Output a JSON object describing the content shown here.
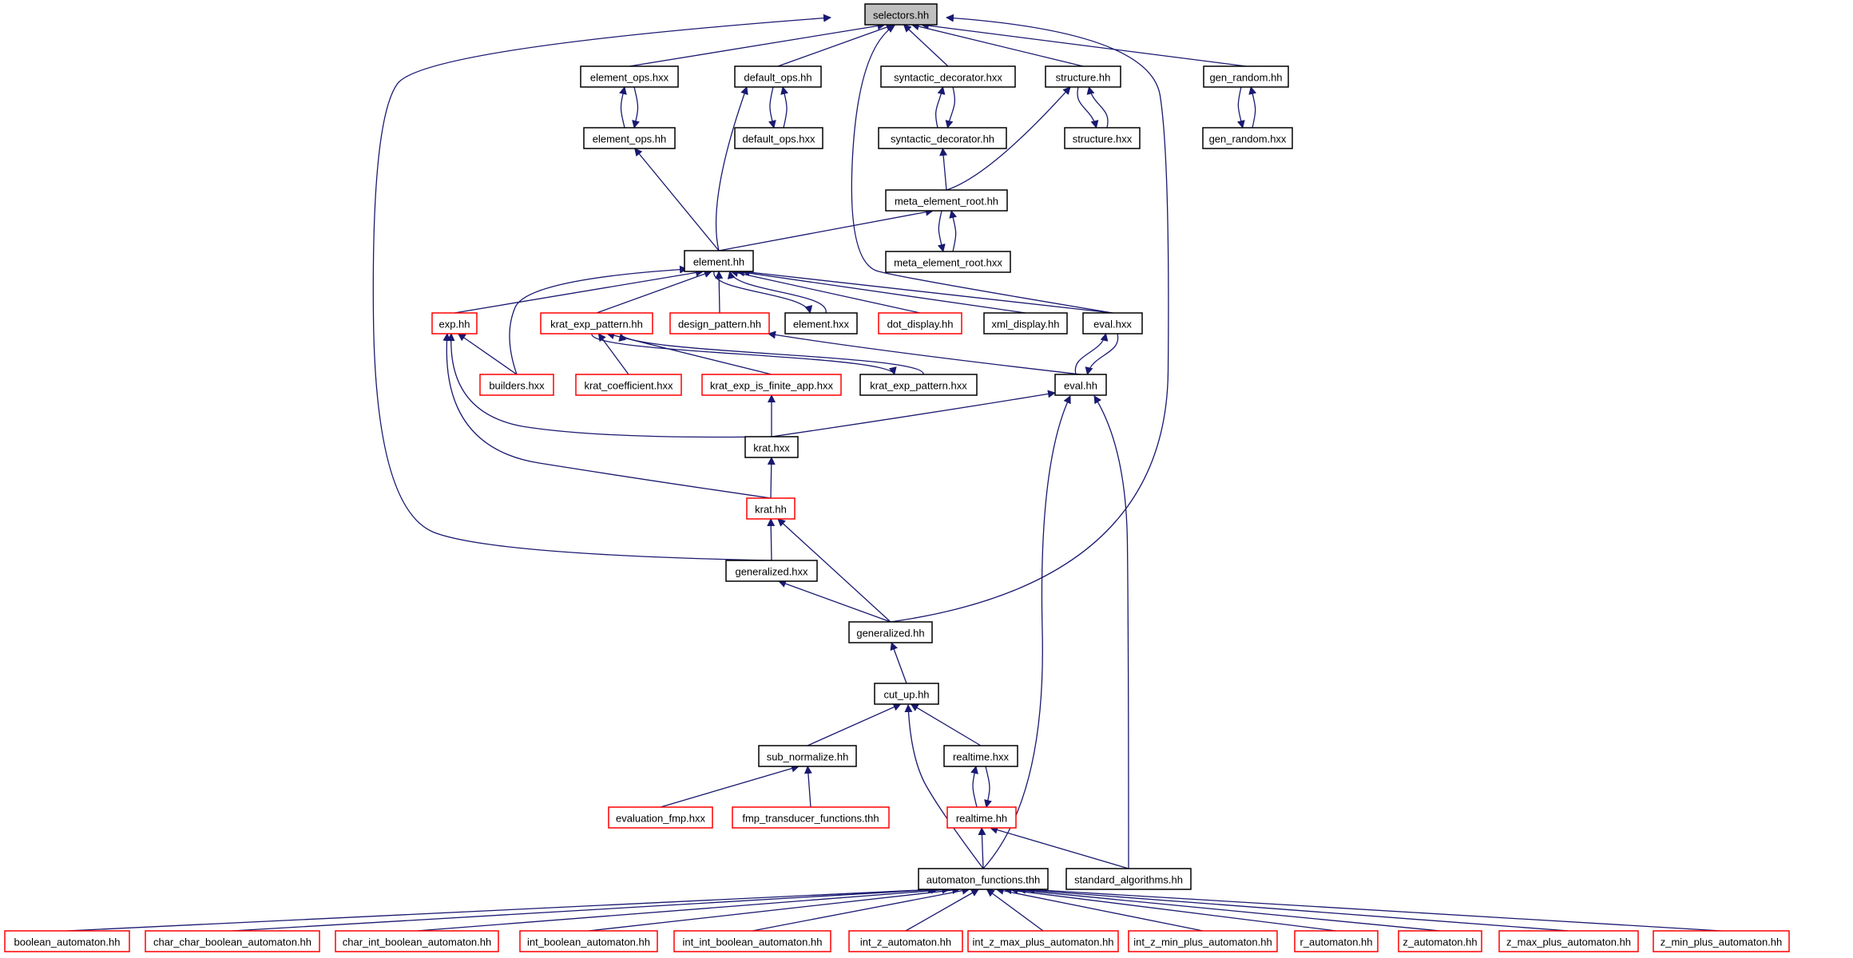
{
  "colors": {
    "edge": "#191970",
    "normal_border": "#000000",
    "red_border": "#ff0000",
    "highlight_fill": "#bfbfbf"
  },
  "nodes": [
    {
      "id": "selectors_hh",
      "label": "selectors.hh",
      "style": "highlight"
    },
    {
      "id": "element_ops_hxx",
      "label": "element_ops.hxx",
      "style": "black"
    },
    {
      "id": "default_ops_hh",
      "label": "default_ops.hh",
      "style": "black"
    },
    {
      "id": "syntactic_decorator_hxx",
      "label": "syntactic_decorator.hxx",
      "style": "black"
    },
    {
      "id": "structure_hh",
      "label": "structure.hh",
      "style": "black"
    },
    {
      "id": "gen_random_hh",
      "label": "gen_random.hh",
      "style": "black"
    },
    {
      "id": "element_ops_hh",
      "label": "element_ops.hh",
      "style": "black"
    },
    {
      "id": "default_ops_hxx",
      "label": "default_ops.hxx",
      "style": "black"
    },
    {
      "id": "syntactic_decorator_hh",
      "label": "syntactic_decorator.hh",
      "style": "black"
    },
    {
      "id": "structure_hxx",
      "label": "structure.hxx",
      "style": "black"
    },
    {
      "id": "gen_random_hxx",
      "label": "gen_random.hxx",
      "style": "black"
    },
    {
      "id": "meta_element_root_hh",
      "label": "meta_element_root.hh",
      "style": "black"
    },
    {
      "id": "meta_element_root_hxx",
      "label": "meta_element_root.hxx",
      "style": "black"
    },
    {
      "id": "element_hh",
      "label": "element.hh",
      "style": "black"
    },
    {
      "id": "exp_hh",
      "label": "exp.hh",
      "style": "red"
    },
    {
      "id": "krat_exp_pattern_hh",
      "label": "krat_exp_pattern.hh",
      "style": "red"
    },
    {
      "id": "design_pattern_hh",
      "label": "design_pattern.hh",
      "style": "red"
    },
    {
      "id": "element_hxx",
      "label": "element.hxx",
      "style": "black"
    },
    {
      "id": "dot_display_hh",
      "label": "dot_display.hh",
      "style": "red"
    },
    {
      "id": "xml_display_hh",
      "label": "xml_display.hh",
      "style": "black"
    },
    {
      "id": "eval_hxx",
      "label": "eval.hxx",
      "style": "black"
    },
    {
      "id": "builders_hxx",
      "label": "builders.hxx",
      "style": "red"
    },
    {
      "id": "krat_coefficient_hxx",
      "label": "krat_coefficient.hxx",
      "style": "red"
    },
    {
      "id": "krat_exp_is_finite_app_hxx",
      "label": "krat_exp_is_finite_app.hxx",
      "style": "red"
    },
    {
      "id": "krat_exp_pattern_hxx",
      "label": "krat_exp_pattern.hxx",
      "style": "black"
    },
    {
      "id": "eval_hh",
      "label": "eval.hh",
      "style": "black"
    },
    {
      "id": "krat_hxx",
      "label": "krat.hxx",
      "style": "black"
    },
    {
      "id": "krat_hh",
      "label": "krat.hh",
      "style": "red"
    },
    {
      "id": "generalized_hxx",
      "label": "generalized.hxx",
      "style": "black"
    },
    {
      "id": "generalized_hh",
      "label": "generalized.hh",
      "style": "black"
    },
    {
      "id": "cut_up_hh",
      "label": "cut_up.hh",
      "style": "black"
    },
    {
      "id": "sub_normalize_hh",
      "label": "sub_normalize.hh",
      "style": "black"
    },
    {
      "id": "realtime_hxx",
      "label": "realtime.hxx",
      "style": "black"
    },
    {
      "id": "evaluation_fmp_hxx",
      "label": "evaluation_fmp.hxx",
      "style": "red"
    },
    {
      "id": "fmp_transducer_functions_thh",
      "label": "fmp_transducer_functions.thh",
      "style": "red"
    },
    {
      "id": "realtime_hh",
      "label": "realtime.hh",
      "style": "red"
    },
    {
      "id": "automaton_functions_thh",
      "label": "automaton_functions.thh",
      "style": "black"
    },
    {
      "id": "standard_algorithms_hh",
      "label": "standard_algorithms.hh",
      "style": "black"
    },
    {
      "id": "boolean_automaton_hh",
      "label": "boolean_automaton.hh",
      "style": "red"
    },
    {
      "id": "char_char_boolean_automaton_hh",
      "label": "char_char_boolean_automaton.hh",
      "style": "red"
    },
    {
      "id": "char_int_boolean_automaton_hh",
      "label": "char_int_boolean_automaton.hh",
      "style": "red"
    },
    {
      "id": "int_boolean_automaton_hh",
      "label": "int_boolean_automaton.hh",
      "style": "red"
    },
    {
      "id": "int_int_boolean_automaton_hh",
      "label": "int_int_boolean_automaton.hh",
      "style": "red"
    },
    {
      "id": "int_z_automaton_hh",
      "label": "int_z_automaton.hh",
      "style": "red"
    },
    {
      "id": "int_z_max_plus_automaton_hh",
      "label": "int_z_max_plus_automaton.hh",
      "style": "red"
    },
    {
      "id": "int_z_min_plus_automaton_hh",
      "label": "int_z_min_plus_automaton.hh",
      "style": "red"
    },
    {
      "id": "r_automaton_hh",
      "label": "r_automaton.hh",
      "style": "red"
    },
    {
      "id": "z_automaton_hh",
      "label": "z_automaton.hh",
      "style": "red"
    },
    {
      "id": "z_max_plus_automaton_hh",
      "label": "z_max_plus_automaton.hh",
      "style": "red"
    },
    {
      "id": "z_min_plus_automaton_hh",
      "label": "z_min_plus_automaton.hh",
      "style": "red"
    }
  ],
  "edges": [
    {
      "from": "element_ops_hxx",
      "to": "selectors_hh"
    },
    {
      "from": "default_ops_hh",
      "to": "selectors_hh"
    },
    {
      "from": "syntactic_decorator_hxx",
      "to": "selectors_hh"
    },
    {
      "from": "structure_hh",
      "to": "selectors_hh"
    },
    {
      "from": "gen_random_hh",
      "to": "selectors_hh"
    },
    {
      "from": "element_ops_hh",
      "to": "element_ops_hxx"
    },
    {
      "from": "element_ops_hxx",
      "to": "element_ops_hh"
    },
    {
      "from": "default_ops_hxx",
      "to": "default_ops_hh"
    },
    {
      "from": "default_ops_hh",
      "to": "default_ops_hxx"
    },
    {
      "from": "syntactic_decorator_hh",
      "to": "syntactic_decorator_hxx"
    },
    {
      "from": "syntactic_decorator_hxx",
      "to": "syntactic_decorator_hh"
    },
    {
      "from": "structure_hxx",
      "to": "structure_hh"
    },
    {
      "from": "structure_hh",
      "to": "structure_hxx"
    },
    {
      "from": "gen_random_hxx",
      "to": "gen_random_hh"
    },
    {
      "from": "gen_random_hh",
      "to": "gen_random_hxx"
    },
    {
      "from": "meta_element_root_hh",
      "to": "syntactic_decorator_hh"
    },
    {
      "from": "meta_element_root_hh",
      "to": "structure_hh"
    },
    {
      "from": "meta_element_root_hxx",
      "to": "meta_element_root_hh"
    },
    {
      "from": "meta_element_root_hh",
      "to": "meta_element_root_hxx"
    },
    {
      "from": "element_hh",
      "to": "element_ops_hh"
    },
    {
      "from": "element_hh",
      "to": "default_ops_hh"
    },
    {
      "from": "element_hh",
      "to": "meta_element_root_hh"
    },
    {
      "from": "exp_hh",
      "to": "element_hh"
    },
    {
      "from": "krat_exp_pattern_hh",
      "to": "element_hh"
    },
    {
      "from": "design_pattern_hh",
      "to": "element_hh"
    },
    {
      "from": "element_hxx",
      "to": "element_hh"
    },
    {
      "from": "element_hh",
      "to": "element_hxx"
    },
    {
      "from": "dot_display_hh",
      "to": "element_hh"
    },
    {
      "from": "xml_display_hh",
      "to": "element_hh"
    },
    {
      "from": "eval_hxx",
      "to": "element_hh"
    },
    {
      "from": "builders_hxx",
      "to": "element_hh"
    },
    {
      "from": "eval_hxx",
      "to": "selectors_hh"
    },
    {
      "from": "builders_hxx",
      "to": "exp_hh"
    },
    {
      "from": "krat_coefficient_hxx",
      "to": "krat_exp_pattern_hh"
    },
    {
      "from": "krat_exp_is_finite_app_hxx",
      "to": "krat_exp_pattern_hh"
    },
    {
      "from": "krat_exp_pattern_hxx",
      "to": "krat_exp_pattern_hh"
    },
    {
      "from": "krat_exp_pattern_hh",
      "to": "krat_exp_pattern_hxx"
    },
    {
      "from": "eval_hh",
      "to": "design_pattern_hh"
    },
    {
      "from": "eval_hh",
      "to": "eval_hxx"
    },
    {
      "from": "eval_hxx",
      "to": "eval_hh"
    },
    {
      "from": "krat_hxx",
      "to": "krat_exp_is_finite_app_hxx"
    },
    {
      "from": "krat_hxx",
      "to": "exp_hh"
    },
    {
      "from": "krat_hxx",
      "to": "eval_hh"
    },
    {
      "from": "krat_hh",
      "to": "krat_hxx"
    },
    {
      "from": "krat_hh",
      "to": "exp_hh"
    },
    {
      "from": "generalized_hxx",
      "to": "krat_hh"
    },
    {
      "from": "generalized_hxx",
      "to": "selectors_hh"
    },
    {
      "from": "generalized_hh",
      "to": "generalized_hxx"
    },
    {
      "from": "generalized_hh",
      "to": "krat_hh"
    },
    {
      "from": "generalized_hh",
      "to": "selectors_hh"
    },
    {
      "from": "cut_up_hh",
      "to": "generalized_hh"
    },
    {
      "from": "sub_normalize_hh",
      "to": "cut_up_hh"
    },
    {
      "from": "realtime_hxx",
      "to": "cut_up_hh"
    },
    {
      "from": "evaluation_fmp_hxx",
      "to": "sub_normalize_hh"
    },
    {
      "from": "fmp_transducer_functions_thh",
      "to": "sub_normalize_hh"
    },
    {
      "from": "realtime_hh",
      "to": "realtime_hxx"
    },
    {
      "from": "realtime_hxx",
      "to": "realtime_hh"
    },
    {
      "from": "automaton_functions_thh",
      "to": "realtime_hh"
    },
    {
      "from": "automaton_functions_thh",
      "to": "cut_up_hh"
    },
    {
      "from": "automaton_functions_thh",
      "to": "eval_hh"
    },
    {
      "from": "standard_algorithms_hh",
      "to": "realtime_hh"
    },
    {
      "from": "standard_algorithms_hh",
      "to": "eval_hh"
    },
    {
      "from": "boolean_automaton_hh",
      "to": "automaton_functions_thh"
    },
    {
      "from": "char_char_boolean_automaton_hh",
      "to": "automaton_functions_thh"
    },
    {
      "from": "char_int_boolean_automaton_hh",
      "to": "automaton_functions_thh"
    },
    {
      "from": "int_boolean_automaton_hh",
      "to": "automaton_functions_thh"
    },
    {
      "from": "int_int_boolean_automaton_hh",
      "to": "automaton_functions_thh"
    },
    {
      "from": "int_z_automaton_hh",
      "to": "automaton_functions_thh"
    },
    {
      "from": "int_z_max_plus_automaton_hh",
      "to": "automaton_functions_thh"
    },
    {
      "from": "int_z_min_plus_automaton_hh",
      "to": "automaton_functions_thh"
    },
    {
      "from": "r_automaton_hh",
      "to": "automaton_functions_thh"
    },
    {
      "from": "z_automaton_hh",
      "to": "automaton_functions_thh"
    },
    {
      "from": "z_max_plus_automaton_hh",
      "to": "automaton_functions_thh"
    },
    {
      "from": "z_min_plus_automaton_hh",
      "to": "automaton_functions_thh"
    }
  ]
}
